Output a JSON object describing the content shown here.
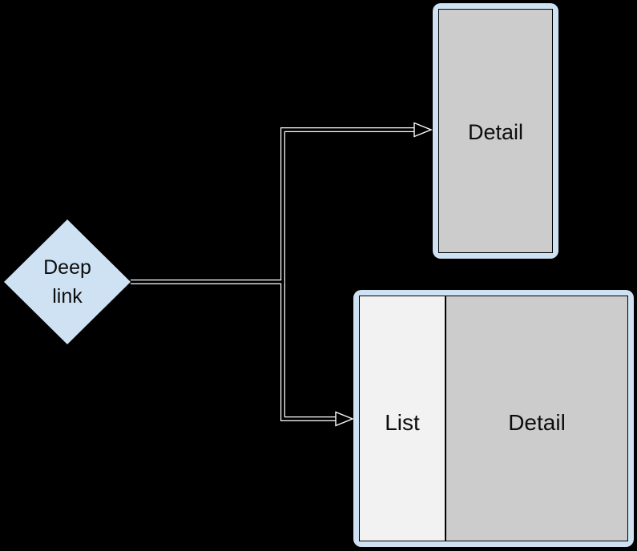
{
  "colors": {
    "background": "#000000",
    "node-blue": "#cfe2f3",
    "panel-gray": "#cccccc",
    "panel-light": "#f2f2f2",
    "stroke-black": "#000000",
    "text-black": "#0d0d0d",
    "connector-core": "#000000",
    "connector-casing": "#ffffff"
  },
  "nodes": {
    "deep_link": {
      "label": "Deep link"
    },
    "detail_screen": {
      "label": "Detail"
    },
    "list_detail_screen": {
      "list_label": "List",
      "detail_label": "Detail"
    }
  }
}
